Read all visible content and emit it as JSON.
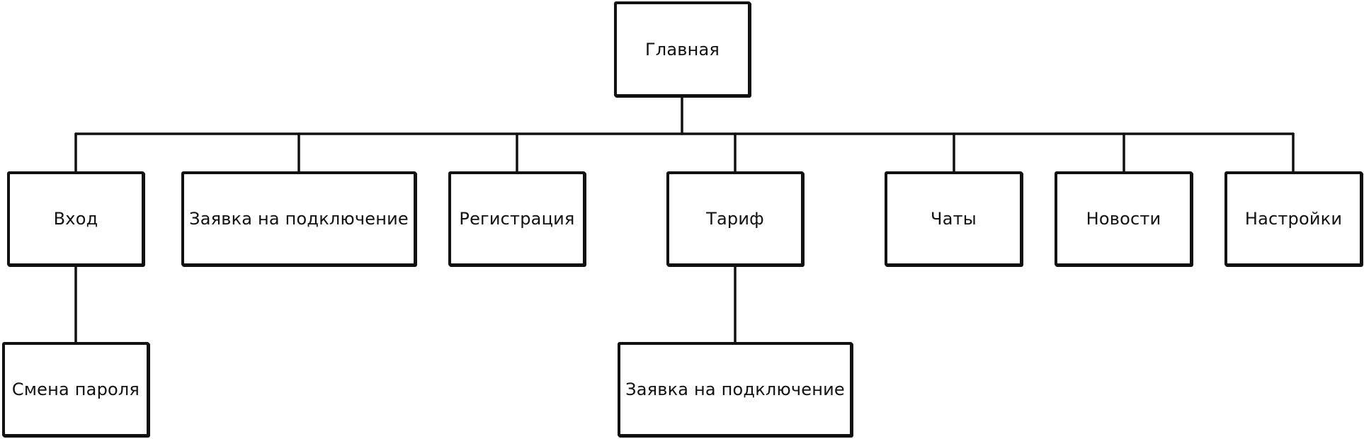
{
  "diagram": {
    "root": {
      "label": "Главная"
    },
    "children": [
      {
        "id": "vhod",
        "label": "Вход",
        "children": [
          {
            "label": "Смена пароля"
          }
        ]
      },
      {
        "id": "zayavka",
        "label": "Заявка на подключение",
        "children": []
      },
      {
        "id": "registraciya",
        "label": "Регистрация",
        "children": []
      },
      {
        "id": "tarif",
        "label": "Тариф",
        "children": [
          {
            "label": "Заявка на подключение"
          }
        ]
      },
      {
        "id": "chaty",
        "label": "Чаты",
        "children": []
      },
      {
        "id": "novosti",
        "label": "Новости",
        "children": []
      },
      {
        "id": "nastroyki",
        "label": "Настройки",
        "children": []
      }
    ]
  }
}
